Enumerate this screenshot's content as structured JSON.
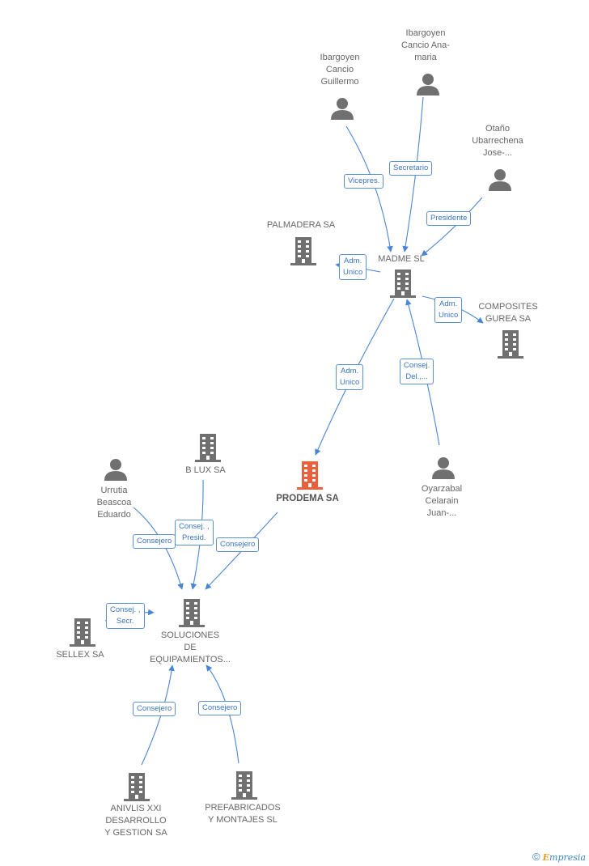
{
  "colors": {
    "edge": "#4a86d6",
    "icon": "#707070",
    "focus": "#e8603c"
  },
  "nodes": {
    "ibargoyen_ana": {
      "lines": [
        "Ibargoyen",
        "Cancio Ana-",
        "maria"
      ],
      "type": "person"
    },
    "ibargoyen_guillermo": {
      "lines": [
        "Ibargoyen",
        "Cancio",
        "Guillermo"
      ],
      "type": "person"
    },
    "otano": {
      "lines": [
        "Otaño",
        "Ubarrechena",
        "Jose-..."
      ],
      "type": "person"
    },
    "palmadera": {
      "lines": [
        "PALMADERA SA"
      ],
      "type": "company"
    },
    "madme": {
      "lines": [
        "MADME SL"
      ],
      "type": "company"
    },
    "composites": {
      "lines": [
        "COMPOSITES",
        "GUREA SA"
      ],
      "type": "company"
    },
    "blux": {
      "lines": [
        "B LUX SA"
      ],
      "type": "company"
    },
    "urrutia": {
      "lines": [
        "Urrutia",
        "Beascoa",
        "Eduardo"
      ],
      "type": "person"
    },
    "prodema": {
      "lines": [
        "PRODEMA SA"
      ],
      "type": "company-focus"
    },
    "oyarzabal": {
      "lines": [
        "Oyarzabal",
        "Celarain",
        "Juan-..."
      ],
      "type": "person"
    },
    "sellex": {
      "lines": [
        "SELLEX SA"
      ],
      "type": "company"
    },
    "soluciones": {
      "lines": [
        "SOLUCIONES",
        "DE",
        "EQUIPAMIENTOS..."
      ],
      "type": "company"
    },
    "anivlis": {
      "lines": [
        "ANIVLIS XXI",
        "DESARROLLO",
        "Y GESTION SA"
      ],
      "type": "company"
    },
    "prefabricados": {
      "lines": [
        "PREFABRICADOS",
        "Y MONTAJES SL"
      ],
      "type": "company"
    }
  },
  "edges": [
    {
      "id": "e1",
      "lines": [
        "Vicepres."
      ]
    },
    {
      "id": "e2",
      "lines": [
        "Secretario"
      ]
    },
    {
      "id": "e3",
      "lines": [
        "Presidente"
      ]
    },
    {
      "id": "e4",
      "lines": [
        "Adm.",
        "Unico"
      ]
    },
    {
      "id": "e5",
      "lines": [
        "Adm.",
        "Unico"
      ]
    },
    {
      "id": "e6",
      "lines": [
        "Adm.",
        "Unico"
      ]
    },
    {
      "id": "e7",
      "lines": [
        "Consej.",
        "Del.,..."
      ]
    },
    {
      "id": "e8",
      "lines": [
        "Consejero"
      ]
    },
    {
      "id": "e9",
      "lines": [
        "Consej. ,",
        "Presid."
      ]
    },
    {
      "id": "e10",
      "lines": [
        "Consejero"
      ]
    },
    {
      "id": "e11",
      "lines": [
        "Consej. ,",
        "Secr."
      ]
    },
    {
      "id": "e12",
      "lines": [
        "Consejero"
      ]
    },
    {
      "id": "e13",
      "lines": [
        "Consejero"
      ]
    }
  ],
  "brand": {
    "copyright": "©",
    "first_letter": "E",
    "rest": "mpresia"
  }
}
